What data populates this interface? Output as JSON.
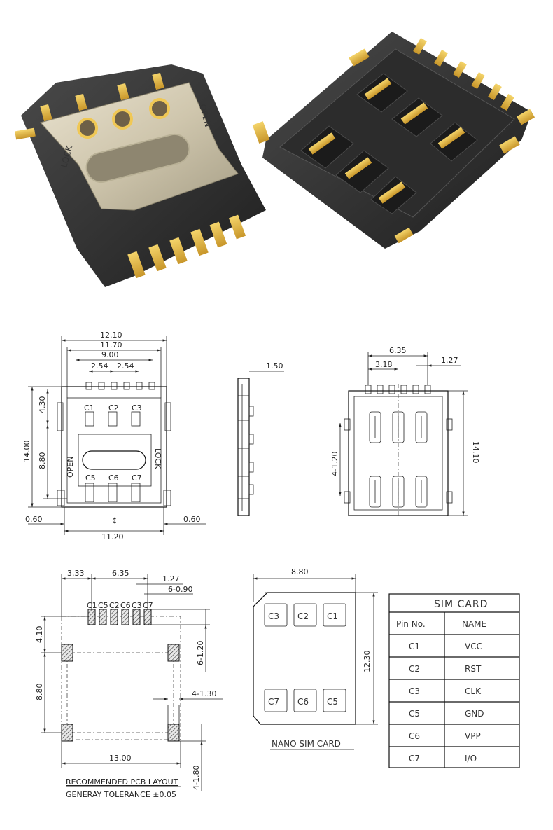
{
  "photos": {
    "left_label_open": "OPEN",
    "left_label_lock": "LOCK"
  },
  "front_view": {
    "dims": {
      "w_12_10": "12.10",
      "w_11_70": "11.70",
      "w_9_00": "9.00",
      "pitch_a": "2.54",
      "pitch_b": "2.54",
      "h_4_30": "4.30",
      "h_14_00": "14.00",
      "h_8_80": "8.80",
      "bottom_11_20": "11.20",
      "left_0_60": "0.60",
      "right_0_60": "0.60"
    },
    "pins_top": [
      "C1",
      "C2",
      "C3"
    ],
    "pins_bottom": [
      "C5",
      "C6",
      "C7"
    ],
    "open_text": "OPEN",
    "lock_text": "LOCK",
    "center_mark": "¢"
  },
  "side_view": {
    "thickness": "1.50"
  },
  "rear_view": {
    "dims": {
      "w_6_35": "6.35",
      "w_3_18": "3.18",
      "pitch_1_27": "1.27",
      "hole_4_1_20": "4-1.20",
      "h_14_10": "14.10"
    }
  },
  "pcb_layout": {
    "dims": {
      "d_3_33": "3.33",
      "d_6_35": "6.35",
      "d_1_27": "1.27",
      "d_6_0_90": "6-0.90",
      "d_4_10": "4.10",
      "d_6_1_20": "6-1.20",
      "d_8_80": "8.80",
      "d_4_1_30": "4-1.30",
      "d_13_00": "13.00",
      "d_4_1_80": "4-1.80"
    },
    "pad_labels": [
      "C1",
      "C5",
      "C2",
      "C6",
      "C3",
      "C7"
    ],
    "title": "RECOMMENDED PCB LAYOUT",
    "tolerance": "GENERAY TOLERANCE ±0.05"
  },
  "nano_sim": {
    "width": "8.80",
    "height": "12.30",
    "top_row": [
      "C3",
      "C2",
      "C1"
    ],
    "bottom_row": [
      "C7",
      "C6",
      "C5"
    ],
    "caption": "NANO SIM CARD"
  },
  "sim_table": {
    "title": "SIM CARD",
    "headers": [
      "Pin No.",
      "NAME"
    ],
    "rows": [
      [
        "C1",
        "VCC"
      ],
      [
        "C2",
        "RST"
      ],
      [
        "C3",
        "CLK"
      ],
      [
        "C5",
        "GND"
      ],
      [
        "C6",
        "VPP"
      ],
      [
        "C7",
        "I/O"
      ]
    ]
  }
}
